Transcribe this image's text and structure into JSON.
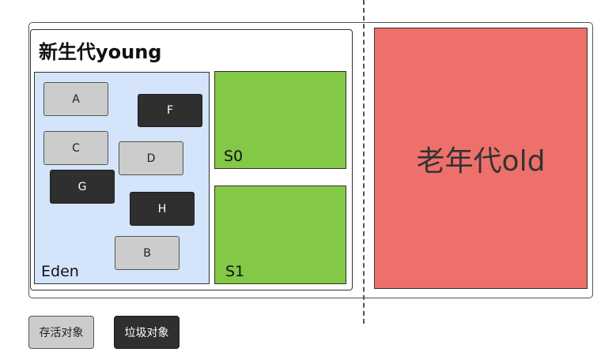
{
  "young": {
    "title": "新生代young"
  },
  "eden": {
    "label": "Eden",
    "objects": [
      {
        "label": "A",
        "kind": "live"
      },
      {
        "label": "F",
        "kind": "garbage"
      },
      {
        "label": "C",
        "kind": "live"
      },
      {
        "label": "D",
        "kind": "live"
      },
      {
        "label": "G",
        "kind": "garbage"
      },
      {
        "label": "H",
        "kind": "garbage"
      },
      {
        "label": "B",
        "kind": "live"
      }
    ]
  },
  "survivors": {
    "s0": "S0",
    "s1": "S1"
  },
  "old": {
    "label": "老年代old"
  },
  "legend": {
    "live": "存活对象",
    "garbage": "垃圾对象"
  },
  "colors": {
    "eden": "#d3e4fb",
    "survivor": "#83c846",
    "old": "#ee706b",
    "live_object": "#cccccc",
    "garbage_object": "#2f2f2f"
  }
}
